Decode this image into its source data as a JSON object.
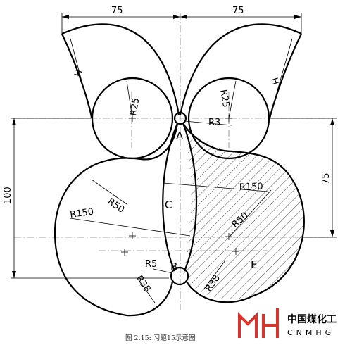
{
  "labels": {
    "dim_75_left": "75",
    "dim_75_right": "75",
    "dim_100": "100",
    "dim_75_vert": "75",
    "h_left": "H",
    "h_right": "H",
    "r25_left": "R25",
    "r25_right": "R25",
    "r3": "R3",
    "r150_right": "R150",
    "r150_left": "R150",
    "r50_left": "R50",
    "r50_right": "R50",
    "r5": "R5",
    "r38_left": "R38",
    "r38_right": "R38",
    "point_a": "A",
    "point_b": "B",
    "point_c": "C",
    "point_e": "E"
  },
  "caption": "图 2.15: 习题15示意图",
  "logo": {
    "cn": "中国煤化工",
    "en": "CNMHG",
    "color": "#d9342b"
  }
}
